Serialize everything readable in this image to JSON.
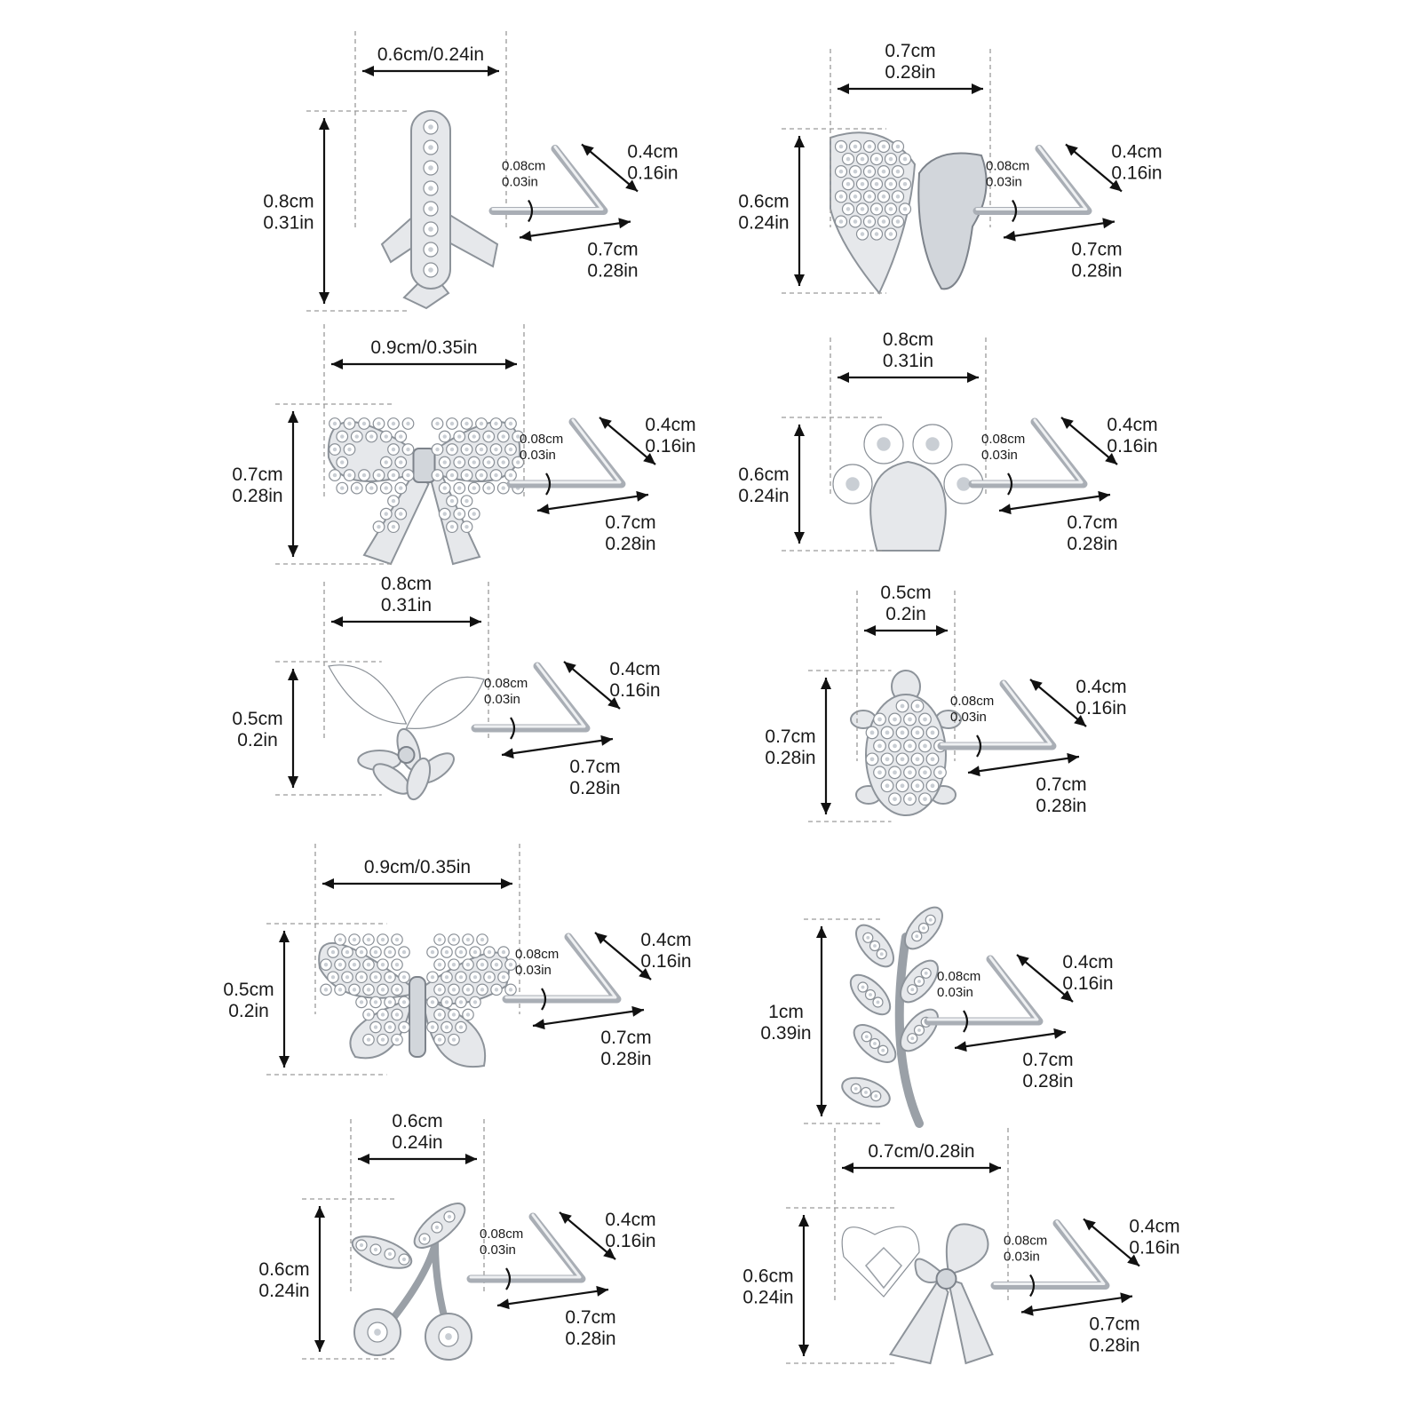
{
  "items": [
    {
      "id": "airplane",
      "width": [
        "0.6cm/0.24in"
      ],
      "height": [
        "0.8cm",
        "0.31in"
      ],
      "gauge": [
        "0.08cm",
        "0.03in"
      ],
      "bend": [
        "0.4cm",
        "0.16in"
      ],
      "post": [
        "0.7cm",
        "0.28in"
      ]
    },
    {
      "id": "butterfly-half",
      "width": [
        "0.7cm",
        "0.28in"
      ],
      "height": [
        "0.6cm",
        "0.24in"
      ],
      "gauge": [
        "0.08cm",
        "0.03in"
      ],
      "bend": [
        "0.4cm",
        "0.16in"
      ],
      "post": [
        "0.7cm",
        "0.28in"
      ]
    },
    {
      "id": "bow",
      "width": [
        "0.9cm/0.35in"
      ],
      "height": [
        "0.7cm",
        "0.28in"
      ],
      "gauge": [
        "0.08cm",
        "0.03in"
      ],
      "bend": [
        "0.4cm",
        "0.16in"
      ],
      "post": [
        "0.7cm",
        "0.28in"
      ]
    },
    {
      "id": "paw",
      "width": [
        "0.8cm",
        "0.31in"
      ],
      "height": [
        "0.6cm",
        "0.24in"
      ],
      "gauge": [
        "0.08cm",
        "0.03in"
      ],
      "bend": [
        "0.4cm",
        "0.16in"
      ],
      "post": [
        "0.7cm",
        "0.28in"
      ]
    },
    {
      "id": "flower-butterfly",
      "width": [
        "0.8cm",
        "0.31in"
      ],
      "height": [
        "0.5cm",
        "0.2in"
      ],
      "gauge": [
        "0.08cm",
        "0.03in"
      ],
      "bend": [
        "0.4cm",
        "0.16in"
      ],
      "post": [
        "0.7cm",
        "0.28in"
      ]
    },
    {
      "id": "turtle",
      "width": [
        "0.5cm",
        "0.2in"
      ],
      "height": [
        "0.7cm",
        "0.28in"
      ],
      "gauge": [
        "0.08cm",
        "0.03in"
      ],
      "bend": [
        "0.4cm",
        "0.16in"
      ],
      "post": [
        "0.7cm",
        "0.28in"
      ]
    },
    {
      "id": "butterfly",
      "width": [
        "0.9cm/0.35in"
      ],
      "height": [
        "0.5cm",
        "0.2in"
      ],
      "gauge": [
        "0.08cm",
        "0.03in"
      ],
      "bend": [
        "0.4cm",
        "0.16in"
      ],
      "post": [
        "0.7cm",
        "0.28in"
      ]
    },
    {
      "id": "leaf",
      "width": [],
      "height": [
        "1cm",
        "0.39in"
      ],
      "gauge": [
        "0.08cm",
        "0.03in"
      ],
      "bend": [
        "0.4cm",
        "0.16in"
      ],
      "post": [
        "0.7cm",
        "0.28in"
      ]
    },
    {
      "id": "cherry",
      "width": [
        "0.6cm",
        "0.24in"
      ],
      "height": [
        "0.6cm",
        "0.24in"
      ],
      "gauge": [
        "0.08cm",
        "0.03in"
      ],
      "bend": [
        "0.4cm",
        "0.16in"
      ],
      "post": [
        "0.7cm",
        "0.28in"
      ]
    },
    {
      "id": "heart-bow",
      "width": [
        "0.7cm/0.28in"
      ],
      "height": [
        "0.6cm",
        "0.24in"
      ],
      "gauge": [
        "0.08cm",
        "0.03in"
      ],
      "bend": [
        "0.4cm",
        "0.16in"
      ],
      "post": [
        "0.7cm",
        "0.28in"
      ]
    }
  ]
}
